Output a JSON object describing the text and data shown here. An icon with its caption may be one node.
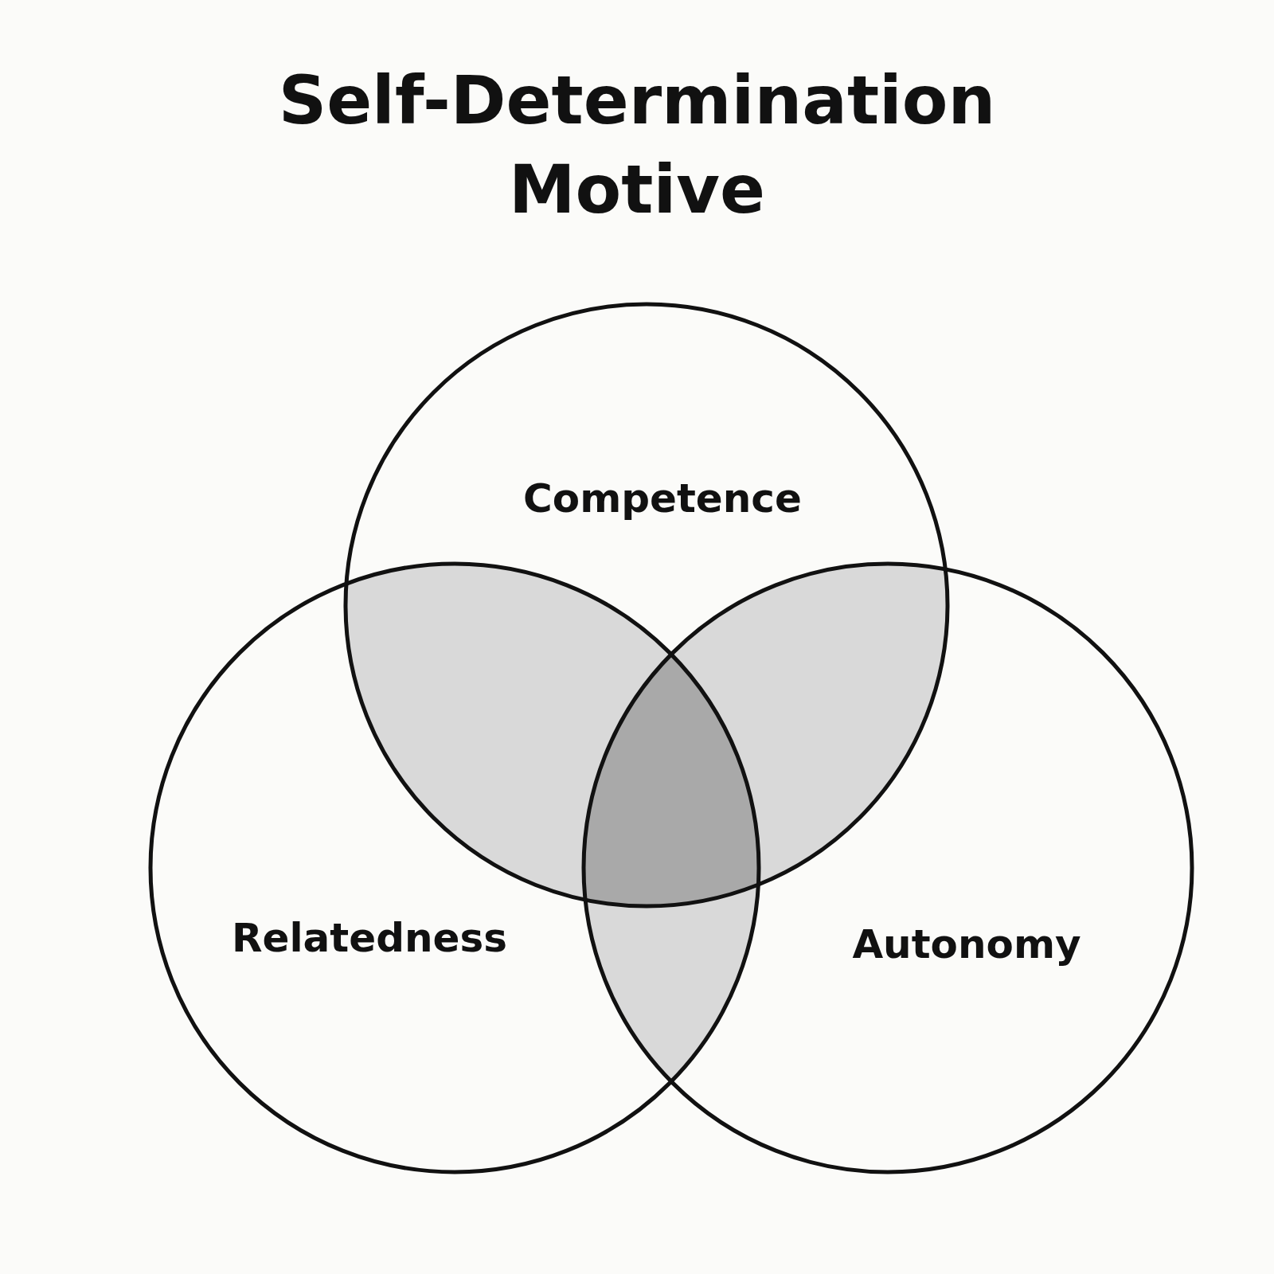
{
  "diagram": {
    "title": "Self-Determination Motive",
    "nodes": [
      {
        "text": [
          "Competence"
        ]
      },
      {
        "text": [
          "Relatedness"
        ]
      },
      {
        "text": [
          "Autonomy"
        ]
      }
    ],
    "edges": []
  }
}
